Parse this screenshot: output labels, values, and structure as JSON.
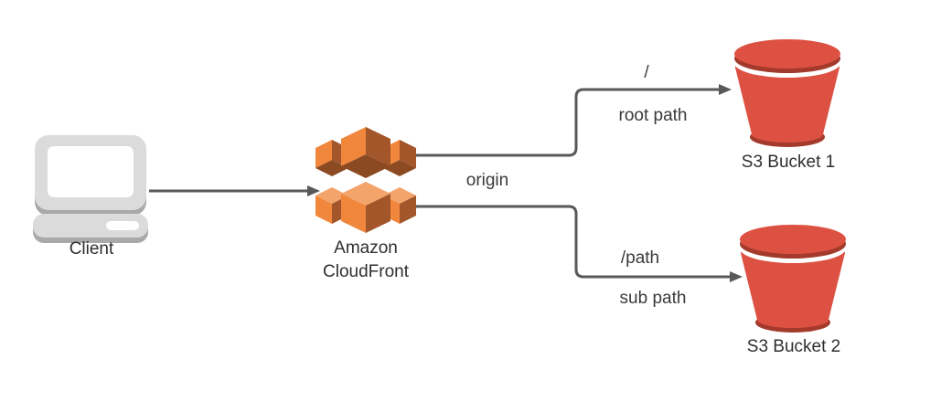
{
  "diagram": {
    "nodes": {
      "client": {
        "label": "Client",
        "icon": "laptop-icon"
      },
      "cloudfront": {
        "label_line1": "Amazon",
        "label_line2": "CloudFront",
        "icon": "cloudfront-icon"
      },
      "s3_bucket_1": {
        "label": "S3 Bucket 1",
        "icon": "s3-bucket-icon"
      },
      "s3_bucket_2": {
        "label": "S3 Bucket 2",
        "icon": "s3-bucket-icon"
      }
    },
    "edges": {
      "client_to_cloudfront": {
        "from": "client",
        "to": "cloudfront"
      },
      "origin_label": "origin",
      "cloudfront_to_bucket1": {
        "from": "cloudfront",
        "to": "s3_bucket_1",
        "path_label": "/",
        "sub_label": "root path"
      },
      "cloudfront_to_bucket2": {
        "from": "cloudfront",
        "to": "s3_bucket_2",
        "path_label": "/path",
        "sub_label": "sub path"
      }
    },
    "colors": {
      "connector_gray": "#595959",
      "text_gray": "#3a3a3a",
      "s3_red": "#DD5143",
      "s3_dark_red": "#A33A2C",
      "cloudfront_orange": "#F0873D",
      "cloudfront_dark_orange": "#A2562A",
      "cloudfront_darkest": "#8C4A22",
      "cloudfront_light_orange": "#F3A46B",
      "client_gray": "#DBDBDB",
      "client_shadow_gray": "#A9A9A9",
      "background": "#FFFFFF"
    }
  }
}
